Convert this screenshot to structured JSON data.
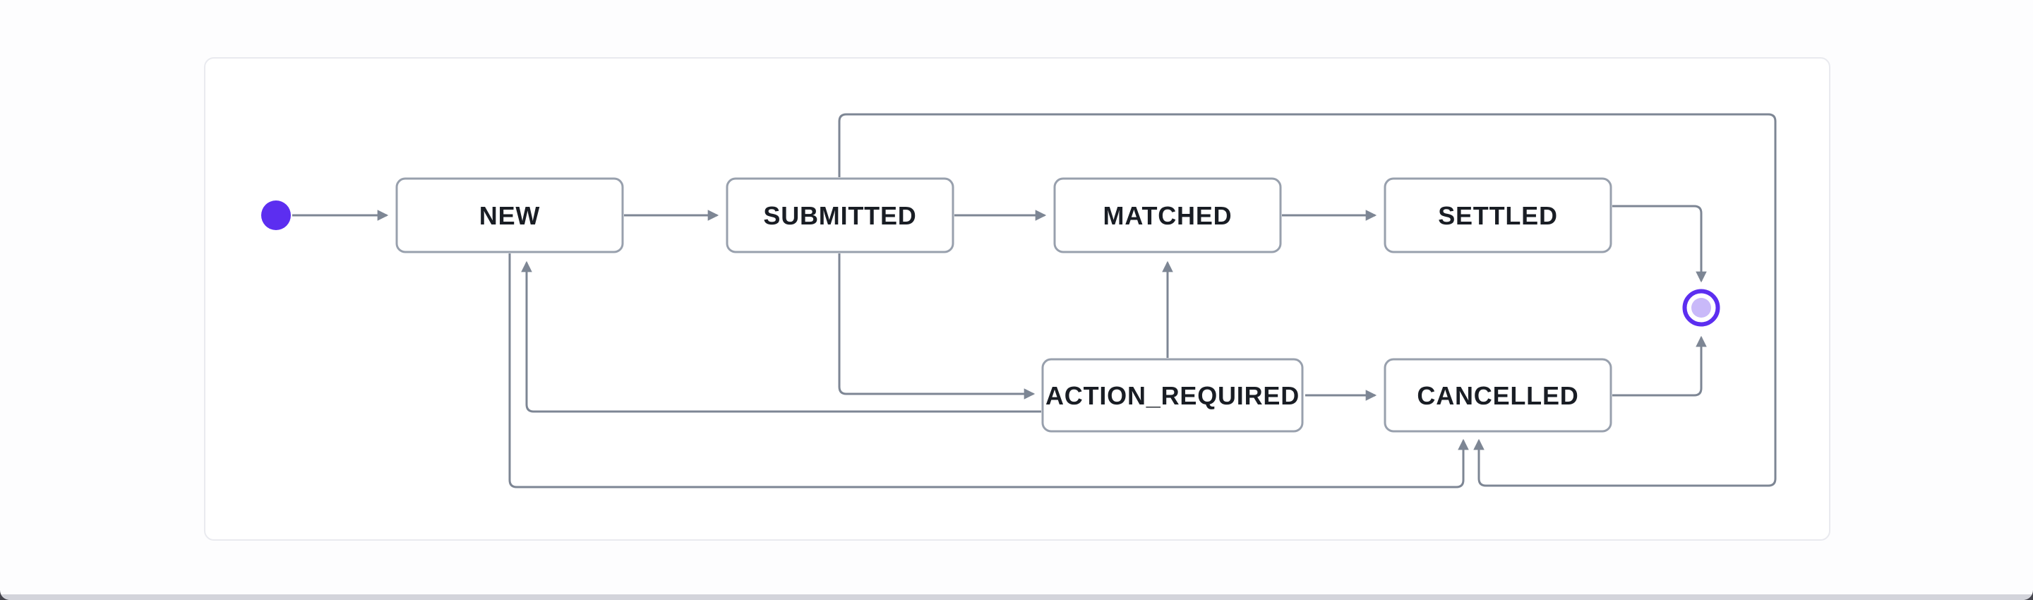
{
  "window": {
    "page_background": "#fdfdfe",
    "bottom_strip_color": "#d3d4db",
    "card_background": "#ffffff",
    "card_border_color": "#e9eaef"
  },
  "diagram": {
    "kind": "state-machine",
    "states": [
      {
        "id": "initial",
        "type": "initial",
        "label": ""
      },
      {
        "id": "new",
        "type": "state",
        "label": "NEW"
      },
      {
        "id": "submitted",
        "type": "state",
        "label": "SUBMITTED"
      },
      {
        "id": "matched",
        "type": "state",
        "label": "MATCHED"
      },
      {
        "id": "settled",
        "type": "state",
        "label": "SETTLED"
      },
      {
        "id": "action_required",
        "type": "state",
        "label": "ACTION_REQUIRED"
      },
      {
        "id": "cancelled",
        "type": "state",
        "label": "CANCELLED"
      },
      {
        "id": "final",
        "type": "final",
        "label": ""
      }
    ],
    "transitions": [
      {
        "from": "initial",
        "to": "NEW"
      },
      {
        "from": "NEW",
        "to": "SUBMITTED"
      },
      {
        "from": "SUBMITTED",
        "to": "MATCHED"
      },
      {
        "from": "MATCHED",
        "to": "SETTLED"
      },
      {
        "from": "SETTLED",
        "to": "final"
      },
      {
        "from": "SUBMITTED",
        "to": "ACTION_REQUIRED"
      },
      {
        "from": "ACTION_REQUIRED",
        "to": "MATCHED"
      },
      {
        "from": "ACTION_REQUIRED",
        "to": "CANCELLED"
      },
      {
        "from": "ACTION_REQUIRED",
        "to": "NEW"
      },
      {
        "from": "NEW",
        "to": "CANCELLED"
      },
      {
        "from": "SUBMITTED",
        "to": "CANCELLED"
      },
      {
        "from": "CANCELLED",
        "to": "final"
      }
    ],
    "colors": {
      "edge": "#7d8694",
      "node_border": "#98a0ad",
      "node_fill": "#ffffff",
      "label_text": "#191d24",
      "accent_purple": "#5c2ef0",
      "final_inner_fill": "#c9b9f9"
    }
  }
}
